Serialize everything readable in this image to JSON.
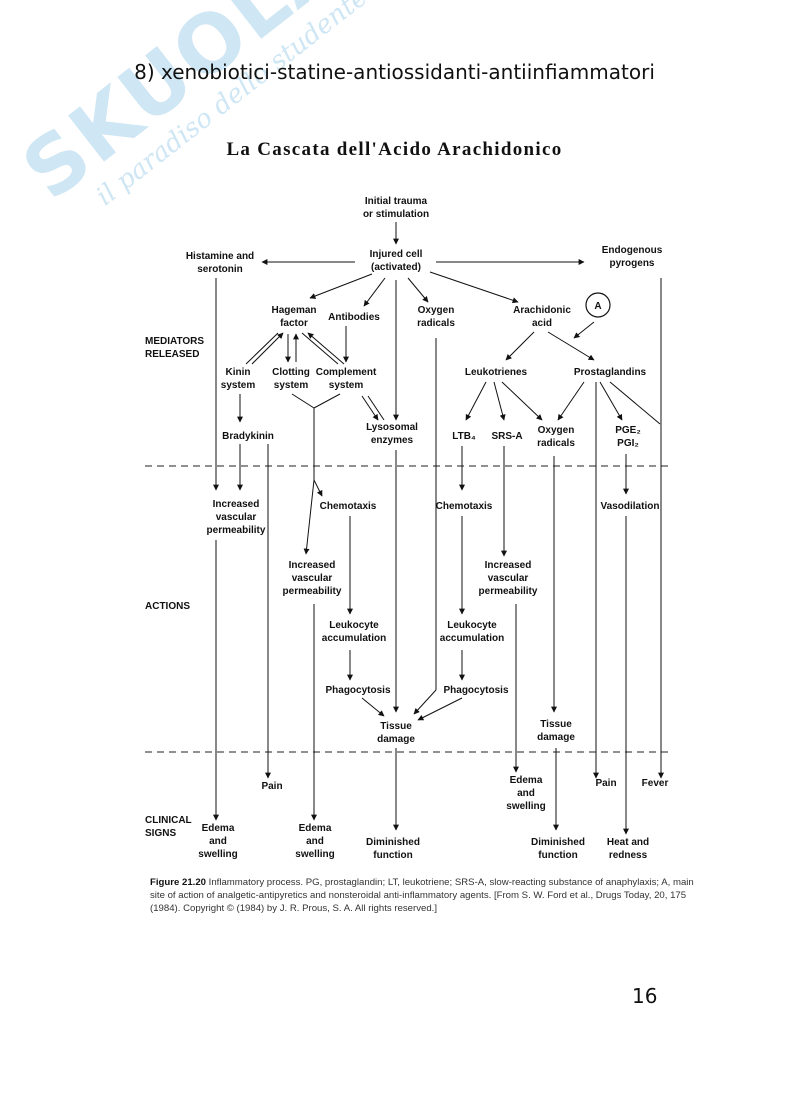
{
  "header": {
    "text": "8) xenobiotici-statine-antiossidanti-antiinfiammatori"
  },
  "title": {
    "text": "La Cascata dell'Acido Arachidonico"
  },
  "watermark": {
    "logo": "SKUOLA.net",
    "tagline": "il paradiso dello studente"
  },
  "diagram": {
    "sections": {
      "mediators": [
        "MEDIATORS",
        "RELEASED"
      ],
      "actions": [
        "ACTIONS"
      ],
      "clinical": [
        "CLINICAL",
        "SIGNS"
      ]
    },
    "nodes": {
      "initial": [
        "Initial trauma",
        "or stimulation"
      ],
      "injured": [
        "Injured cell",
        "(activated)"
      ],
      "histamine": [
        "Histamine and",
        "serotonin"
      ],
      "endogenous": [
        "Endogenous",
        "pyrogens"
      ],
      "hageman": [
        "Hageman",
        "factor"
      ],
      "antibodies": [
        "Antibodies"
      ],
      "oxygen1": [
        "Oxygen",
        "radicals"
      ],
      "arachidonic": [
        "Arachidonic",
        "acid"
      ],
      "a_marker": [
        "A"
      ],
      "kinin": [
        "Kinin",
        "system"
      ],
      "clotting": [
        "Clotting",
        "system"
      ],
      "complement": [
        "Complement",
        "system"
      ],
      "leukotrienes": [
        "Leukotrienes"
      ],
      "prostaglandins": [
        "Prostaglandins"
      ],
      "bradykinin": [
        "Bradykinin"
      ],
      "lysosomal": [
        "Lysosomal",
        "enzymes"
      ],
      "ltb4": [
        "LTB₄"
      ],
      "srsa": [
        "SRS-A"
      ],
      "oxygen2": [
        "Oxygen",
        "radicals"
      ],
      "pge": [
        "PGE₂",
        "PGI₂"
      ],
      "ivp1": [
        "Increased",
        "vascular",
        "permeability"
      ],
      "chemo1": [
        "Chemotaxis"
      ],
      "chemo2": [
        "Chemotaxis"
      ],
      "vasodilation": [
        "Vasodilation"
      ],
      "ivp2": [
        "Increased",
        "vascular",
        "permeability"
      ],
      "ivp3": [
        "Increased",
        "vascular",
        "permeability"
      ],
      "leuko1": [
        "Leukocyte",
        "accumulation"
      ],
      "leuko2": [
        "Leukocyte",
        "accumulation"
      ],
      "phago1": [
        "Phagocytosis"
      ],
      "phago2": [
        "Phagocytosis"
      ],
      "tissue1": [
        "Tissue",
        "damage"
      ],
      "tissue2": [
        "Tissue",
        "damage"
      ],
      "pain1": [
        "Pain"
      ],
      "edema3": [
        "Edema",
        "and",
        "swelling"
      ],
      "pain2": [
        "Pain"
      ],
      "fever": [
        "Fever"
      ],
      "edema1": [
        "Edema",
        "and",
        "swelling"
      ],
      "edema2": [
        "Edema",
        "and",
        "swelling"
      ],
      "dimin1": [
        "Diminished",
        "function"
      ],
      "dimin2": [
        "Diminished",
        "function"
      ],
      "heat": [
        "Heat and",
        "redness"
      ]
    }
  },
  "caption": {
    "label": "Figure 21.20",
    "body": "Inflammatory process. PG, prostaglandin; LT, leukotriene; SRS-A, slow-reacting substance of anaphylaxis; A, main site of action of analgetic-antipyretics and nonsteroidal anti-inflammatory agents. [From S. W. Ford et al., Drugs Today, 20, 175 (1984). Copyright © (1984) by J. R. Prous, S. A. All rights reserved.]"
  },
  "page_number": "16"
}
